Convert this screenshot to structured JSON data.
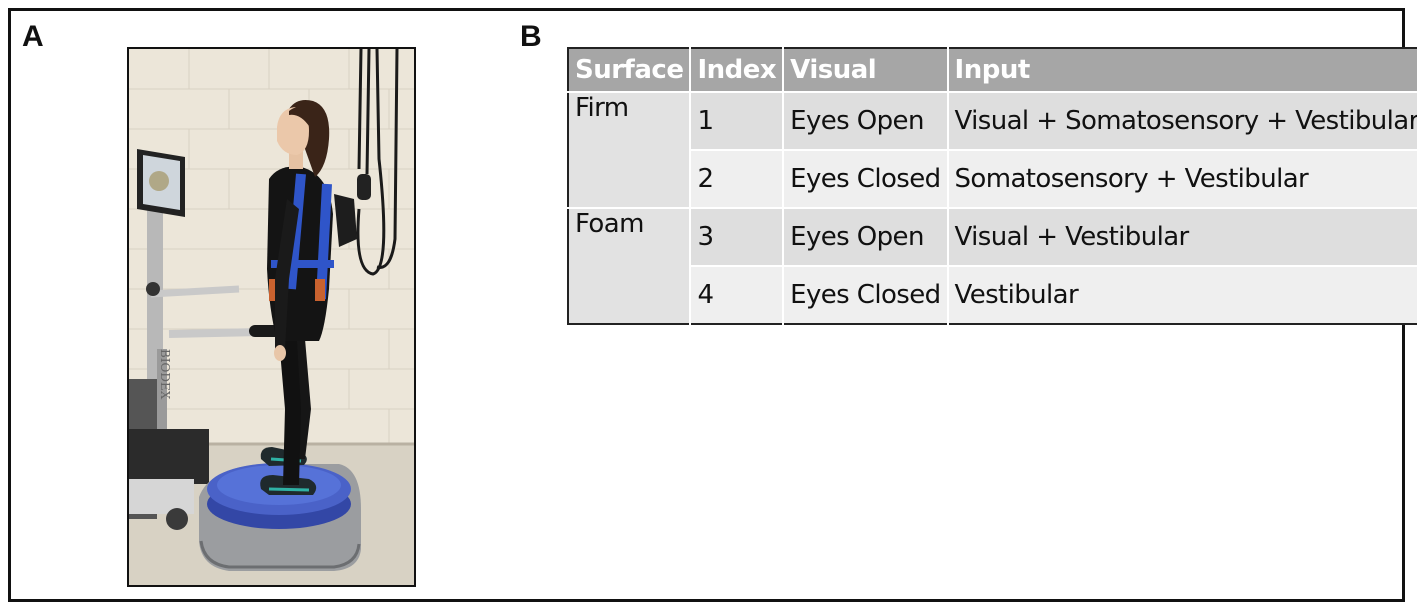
{
  "panels": {
    "a_label": "A",
    "b_label": "B"
  },
  "photo": {
    "device_text": "BIODEX"
  },
  "table": {
    "headers": [
      "Surface",
      "Index",
      "Visual",
      "Input"
    ],
    "rows": [
      {
        "surface": "Firm",
        "index": "1",
        "visual": "Eyes Open",
        "input": "Visual + Somatosensory + Vestibular"
      },
      {
        "surface": "",
        "index": "2",
        "visual": "Eyes Closed",
        "input": "Somatosensory + Vestibular"
      },
      {
        "surface": "Foam",
        "index": "3",
        "visual": "Eyes Open",
        "input": "Visual + Vestibular"
      },
      {
        "surface": "",
        "index": "4",
        "visual": "Eyes Closed",
        "input": "Vestibular"
      }
    ]
  },
  "colors": {
    "header_bg": "#a6a6a6",
    "row_dark": "#dedede",
    "row_light": "#efefef",
    "platform_blue": "#4a62c8",
    "harness_blue": "#2f55c9"
  }
}
